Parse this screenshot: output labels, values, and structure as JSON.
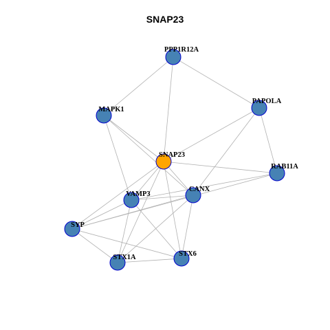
{
  "title": "SNAP23",
  "colors": {
    "hub_node": "#FFA500",
    "node": "#4682B4",
    "node_border": "#0000CD",
    "edge": "#B0B0B0"
  },
  "network": {
    "nodes": [
      {
        "id": "SNAP23",
        "label": "SNAP23",
        "hub": true
      },
      {
        "id": "PPP1R12A",
        "label": "PPP1R12A",
        "hub": false
      },
      {
        "id": "MAPK1",
        "label": "MAPK1",
        "hub": false
      },
      {
        "id": "PAPOLA",
        "label": "PAPOLA",
        "hub": false
      },
      {
        "id": "RAB11A",
        "label": "RAB11A",
        "hub": false
      },
      {
        "id": "VAMP3",
        "label": "VAMP3",
        "hub": false
      },
      {
        "id": "CANX",
        "label": "CANX",
        "hub": false
      },
      {
        "id": "SYP",
        "label": "SYP",
        "hub": false
      },
      {
        "id": "STX1A",
        "label": "STX1A",
        "hub": false
      },
      {
        "id": "STX6",
        "label": "STX6",
        "hub": false
      }
    ],
    "edges": [
      [
        "PPP1R12A",
        "MAPK1"
      ],
      [
        "PPP1R12A",
        "PAPOLA"
      ],
      [
        "PPP1R12A",
        "SNAP23"
      ],
      [
        "MAPK1",
        "SNAP23"
      ],
      [
        "MAPK1",
        "CANX"
      ],
      [
        "MAPK1",
        "VAMP3"
      ],
      [
        "PAPOLA",
        "SNAP23"
      ],
      [
        "PAPOLA",
        "RAB11A"
      ],
      [
        "PAPOLA",
        "CANX"
      ],
      [
        "SNAP23",
        "RAB11A"
      ],
      [
        "SNAP23",
        "CANX"
      ],
      [
        "SNAP23",
        "VAMP3"
      ],
      [
        "SNAP23",
        "SYP"
      ],
      [
        "SNAP23",
        "STX1A"
      ],
      [
        "SNAP23",
        "STX6"
      ],
      [
        "RAB11A",
        "VAMP3"
      ],
      [
        "RAB11A",
        "SYP"
      ],
      [
        "VAMP3",
        "CANX"
      ],
      [
        "VAMP3",
        "SYP"
      ],
      [
        "VAMP3",
        "STX1A"
      ],
      [
        "VAMP3",
        "STX6"
      ],
      [
        "CANX",
        "SYP"
      ],
      [
        "CANX",
        "STX1A"
      ],
      [
        "CANX",
        "STX6"
      ],
      [
        "SYP",
        "STX1A"
      ],
      [
        "SYP",
        "STX6"
      ],
      [
        "STX1A",
        "STX6"
      ]
    ]
  }
}
